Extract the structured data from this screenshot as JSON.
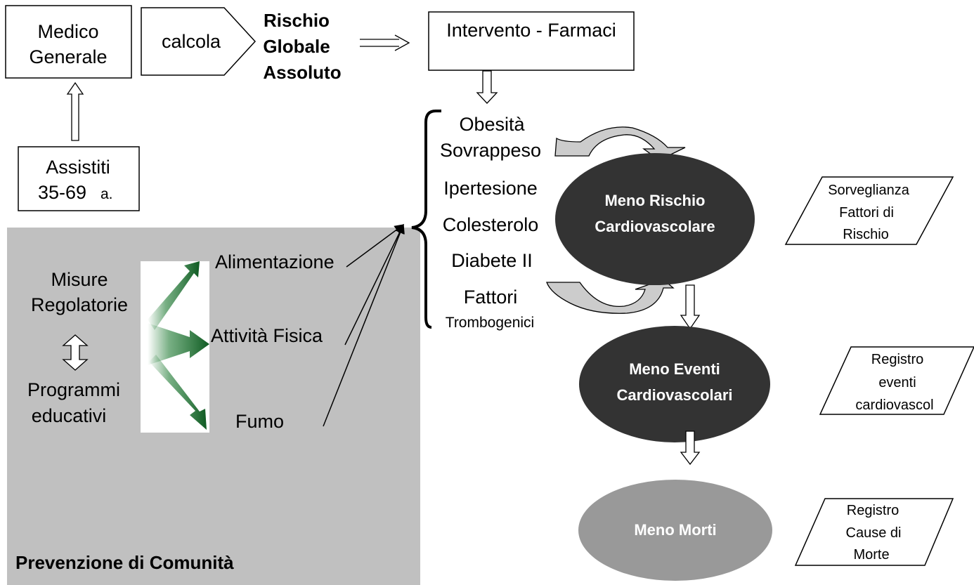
{
  "top": {
    "medico": [
      "Medico",
      "Generale"
    ],
    "calcola": "calcola",
    "rischio": [
      "Rischio",
      "Globale",
      "Assoluto"
    ],
    "intervento": "Intervento - Farmaci"
  },
  "assistiti": [
    "Assistiti",
    "35-69",
    "a."
  ],
  "community": {
    "title": "Prevenzione di Comunità",
    "misure": [
      "Misure",
      "Regolatorie"
    ],
    "programmi": [
      "Programmi",
      "educativi"
    ],
    "alimentazione": "Alimentazione",
    "attivita": "Attività Fisica",
    "fumo": "Fumo"
  },
  "factors": {
    "obesita": [
      "Obesità",
      "Sovrappeso"
    ],
    "ipertensione": "Ipertesione",
    "colesterolo": "Colesterolo",
    "diabete": "Diabete II",
    "fattori": [
      "Fattori",
      "Trombogenici"
    ]
  },
  "outcomes": {
    "rischio": [
      "Meno Rischio",
      "Cardiovascolare"
    ],
    "eventi": [
      "Meno Eventi",
      "Cardiovascolari"
    ],
    "morti": "Meno Morti"
  },
  "registries": {
    "sorveglianza": [
      "Sorveglianza",
      "Fattori di",
      "Rischio"
    ],
    "eventi": [
      "Registro",
      "eventi",
      "cardiovascol"
    ],
    "morte": [
      "Registro",
      "Cause di",
      "Morte"
    ]
  },
  "colors": {
    "panel": "#c0c0c0",
    "dark_oval": "#333333",
    "grey_oval": "#999999",
    "curved_arrow": "#cccccc",
    "green": "#1e7a32"
  }
}
